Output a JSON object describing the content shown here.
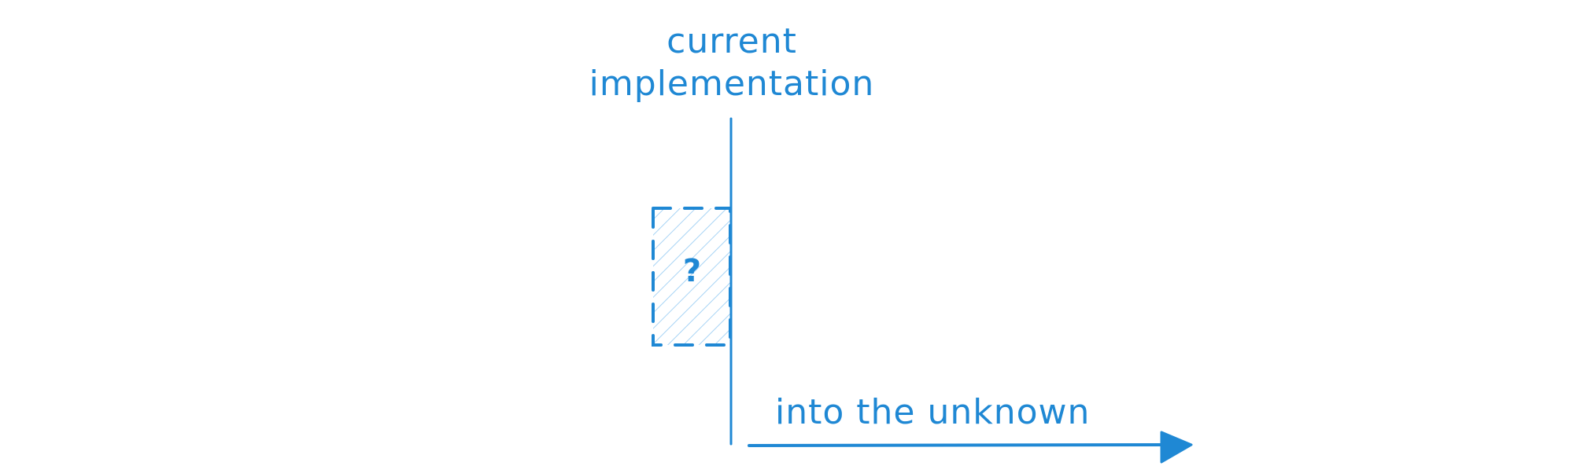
{
  "diagram": {
    "title_lines": [
      "current",
      "implementation"
    ],
    "axis_label": "into the unknown",
    "unknown_box_label": "?",
    "colors": {
      "stroke": "#1f88d4",
      "hatch": "#a8d4f5",
      "background": "#ffffff"
    }
  }
}
